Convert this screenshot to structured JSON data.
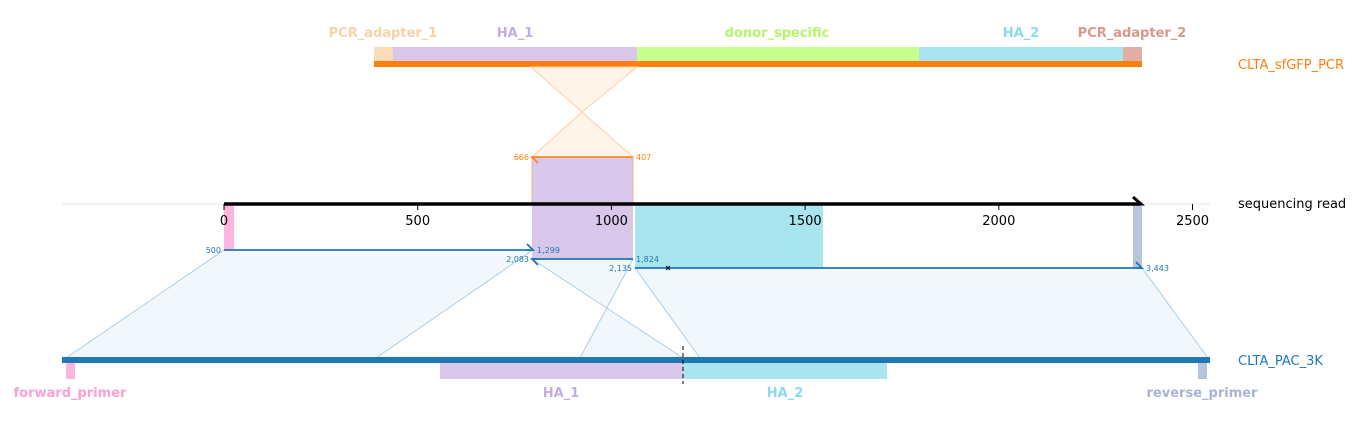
{
  "colors": {
    "orange": "#ff7f0e",
    "blue": "#1f77b4",
    "pcr_adapter": "#fddbb8",
    "pcr_adapter_text": "#f6d3a6",
    "pcr_adapter_2": "#e0aea4",
    "pcr_adapter_2_text": "#d99888",
    "ha1": "#d8c7eb",
    "ha1_text": "#c3aee2",
    "donor": "#c6ff8e",
    "donor_text": "#b4f56a",
    "ha2": "#a9e5ef",
    "ha2_text": "#8bdcea",
    "forward_primer": "#ffb6de",
    "forward_primer_text": "#ff9fd2",
    "reverse_primer": "#b8c4de",
    "reverse_primer_text": "#a7b4d5"
  },
  "top_track": {
    "name": "CLTA_sfGFP_PCR",
    "features": [
      {
        "label": "PCR_adapter_1",
        "color_key": "pcr_adapter",
        "text_key": "pcr_adapter_text"
      },
      {
        "label": "HA_1",
        "color_key": "ha1",
        "text_key": "ha1_text"
      },
      {
        "label": "donor_specific",
        "color_key": "donor",
        "text_key": "donor_text"
      },
      {
        "label": "HA_2",
        "color_key": "ha2",
        "text_key": "ha2_text"
      },
      {
        "label": "PCR_adapter_2",
        "color_key": "pcr_adapter_2",
        "text_key": "pcr_adapter_2_text"
      }
    ],
    "alignment_start": "666",
    "alignment_end": "407"
  },
  "read": {
    "name": "sequencing read",
    "ticks": [
      "0",
      "500",
      "1000",
      "1500",
      "2000",
      "2500"
    ],
    "tick_values": [
      0,
      500,
      1000,
      1500,
      2000,
      2500
    ],
    "length": 2360,
    "alignments": [
      {
        "start_label": "500",
        "end_label": "1,299",
        "read_start": 0,
        "read_end": 800
      },
      {
        "start_label": "2,083",
        "end_label": "1,824",
        "read_start": 800,
        "read_end": 1060
      },
      {
        "start_label": "2,135",
        "end_label": "3,443",
        "read_start": 1060,
        "read_end": 2360
      }
    ],
    "top_alignment": {
      "read_start": 800,
      "read_end": 1060
    }
  },
  "bottom_track": {
    "name": "CLTA_PAC_3K",
    "features": [
      {
        "label": "forward_primer",
        "color_key": "forward_primer",
        "text_key": "forward_primer_text"
      },
      {
        "label": "HA_1",
        "color_key": "ha1",
        "text_key": "ha1_text"
      },
      {
        "label": "HA_2",
        "color_key": "ha2",
        "text_key": "ha2_text"
      },
      {
        "label": "reverse_primer",
        "color_key": "reverse_primer",
        "text_key": "reverse_primer_text"
      }
    ]
  }
}
